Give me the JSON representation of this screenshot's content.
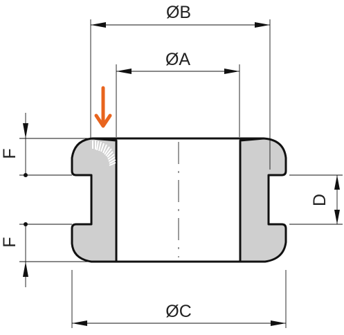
{
  "labels": {
    "dia_b": "ØB",
    "dia_a": "ØA",
    "dia_c": "ØC",
    "dim_d": "D",
    "dim_f_top": "F",
    "dim_f_bottom": "F"
  },
  "colors": {
    "grommet_fill": "#cfcfcf",
    "outline": "#111111",
    "marker_arrow": "#e8641e"
  },
  "icons": {
    "marker": "down-arrow-icon"
  }
}
